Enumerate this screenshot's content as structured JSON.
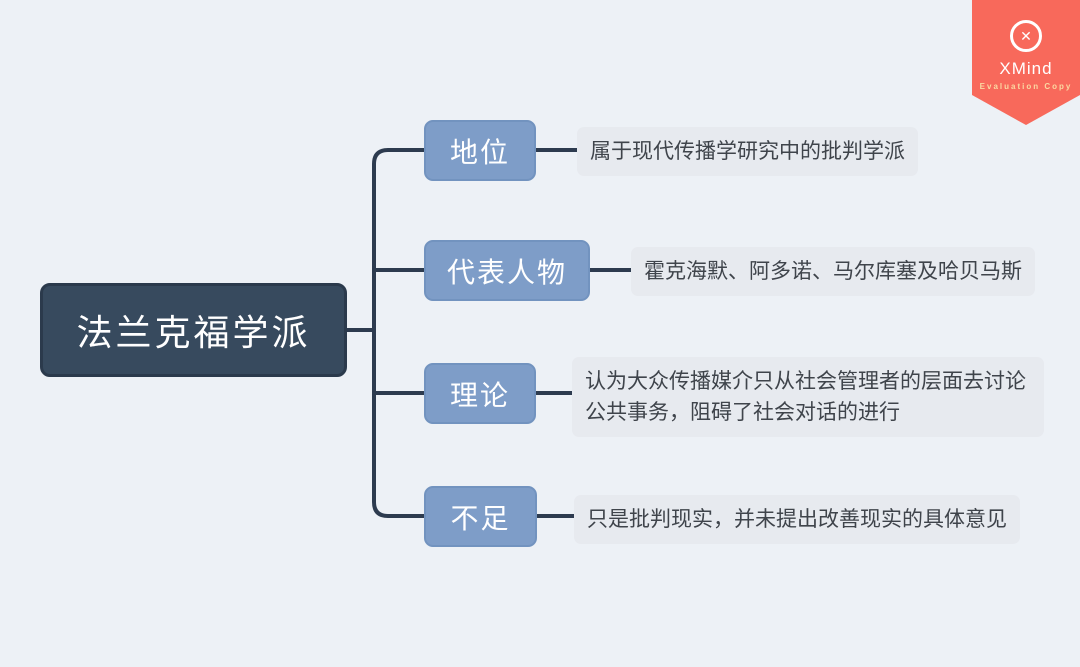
{
  "page": {
    "background_color": "#edf1f6"
  },
  "badge": {
    "brand": "XMind",
    "subtitle": "Evaluation Copy",
    "logo_glyph": "✕",
    "ribbon_color": "#f8695b",
    "subtitle_color": "#fbd9a2"
  },
  "mindmap": {
    "root": {
      "label": "法兰克福学派",
      "fill_color": "#374a5e",
      "border_color": "#2b3a4c",
      "text_color": "#ffffff"
    },
    "branch_fill_color": "#7e9dc8",
    "leaf_fill_color": "#e7eaef",
    "leaf_text_color": "#3f444b",
    "connector_color": "#2d3b4f",
    "branches": [
      {
        "label": "地位",
        "detail": "属于现代传播学研究中的批判学派"
      },
      {
        "label": "代表人物",
        "detail": "霍克海默、阿多诺、马尔库塞及哈贝马斯"
      },
      {
        "label": "理论",
        "detail": "认为大众传播媒介只从社会管理者的层面去讨论公共事务，阻碍了社会对话的进行"
      },
      {
        "label": "不足",
        "detail": "只是批判现实，并未提出改善现实的具体意见"
      }
    ]
  }
}
